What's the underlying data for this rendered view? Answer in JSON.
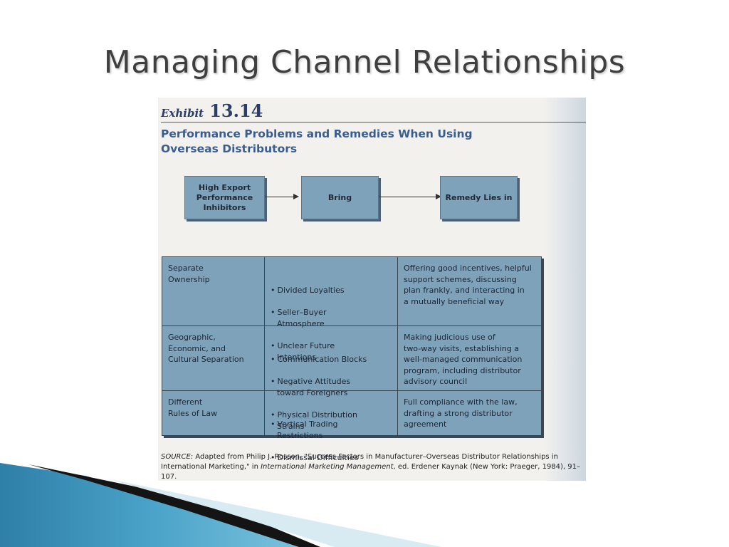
{
  "slide": {
    "title": "Managing Channel Relationships"
  },
  "exhibit": {
    "label": "Exhibit",
    "number": "13.14",
    "heading": "Performance Problems and Remedies When Using Overseas Distributors"
  },
  "flow": {
    "boxes": [
      "High Export\nPerformance\nInhibitors",
      "Bring",
      "Remedy Lies in"
    ]
  },
  "table": {
    "rows": [
      {
        "problem": "Separate\nOwnership",
        "issues": [
          "Divided Loyalties",
          "Seller–Buyer\nAtmosphere",
          "Unclear Future\nIntentions"
        ],
        "remedy": "Offering good incentives, helpful\nsupport schemes, discussing\nplan frankly, and interacting in\na mutually beneficial way"
      },
      {
        "problem": "Geographic,\nEconomic, and\nCultural Separation",
        "issues": [
          "Communication Blocks",
          "Negative Attitudes\ntoward Foreigners",
          "Physical Distribution\nStrains"
        ],
        "remedy": "Making judicious use of\ntwo-way visits, establishing a\nwell-managed communication\nprogram, including distributor\nadvisory council"
      },
      {
        "problem": "Different\nRules of Law",
        "issues": [
          "Vertical Trading\nRestrictions",
          "Dismissal Difficulties"
        ],
        "remedy": "Full compliance with the law,\ndrafting a strong distributor\nagreement"
      }
    ]
  },
  "source": {
    "label": "SOURCE:",
    "text_1": " Adapted from Philip J. Rosson, \"Success Factors in Manufacturer–Overseas Distributor Relationships in International Marketing,\" in ",
    "book": "International Marketing Management",
    "text_2": ", ed. Erdener Kaynak (New York: Praeger, 1984), 91–107."
  },
  "colors": {
    "box_fill": "#7fa2bb",
    "heading": "#3a5d90",
    "title": "#3f3f3f"
  }
}
